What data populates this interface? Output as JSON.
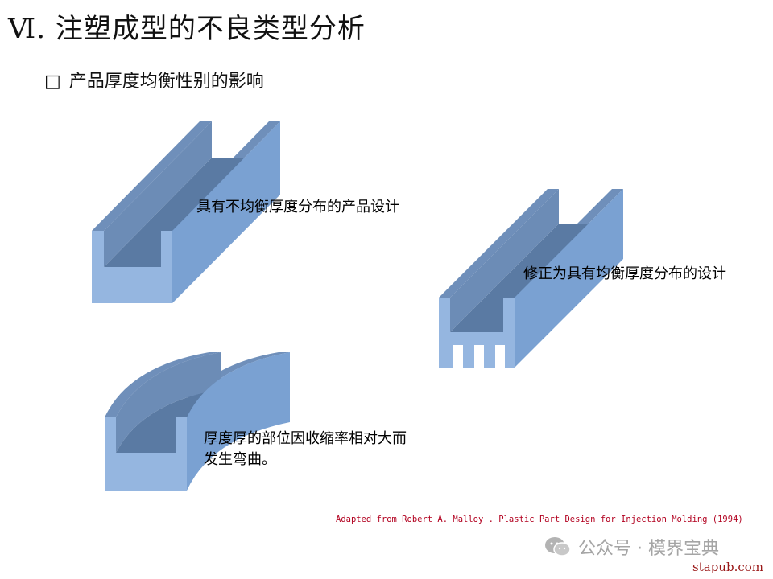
{
  "slide": {
    "title": "Ⅵ. 注塑成型的不良类型分析",
    "subtitle_bullet": "□",
    "subtitle": "产品厚度均衡性别的影响"
  },
  "figures": {
    "unbalanced_label": "具有不均衡厚度分布的产品设计",
    "balanced_label": "修正为具有均衡厚度分布的设计",
    "warped_label_line1": "厚度厚的部位因收缩率相对大而",
    "warped_label_line2": "发生弯曲。"
  },
  "footer": {
    "source": "Adapted from Robert A. Malloy . Plastic Part Design for Injection Molding (1994)",
    "watermark_text": "公众号 · 模界宝典",
    "watermark_icon": "wechat-icon",
    "site": "stapub.com"
  },
  "colors": {
    "front": "#95b6e0",
    "top": "#6f8fba",
    "side": "#7aa1d2",
    "inner": "#5a7aa3",
    "source_text": "#b2001f"
  }
}
